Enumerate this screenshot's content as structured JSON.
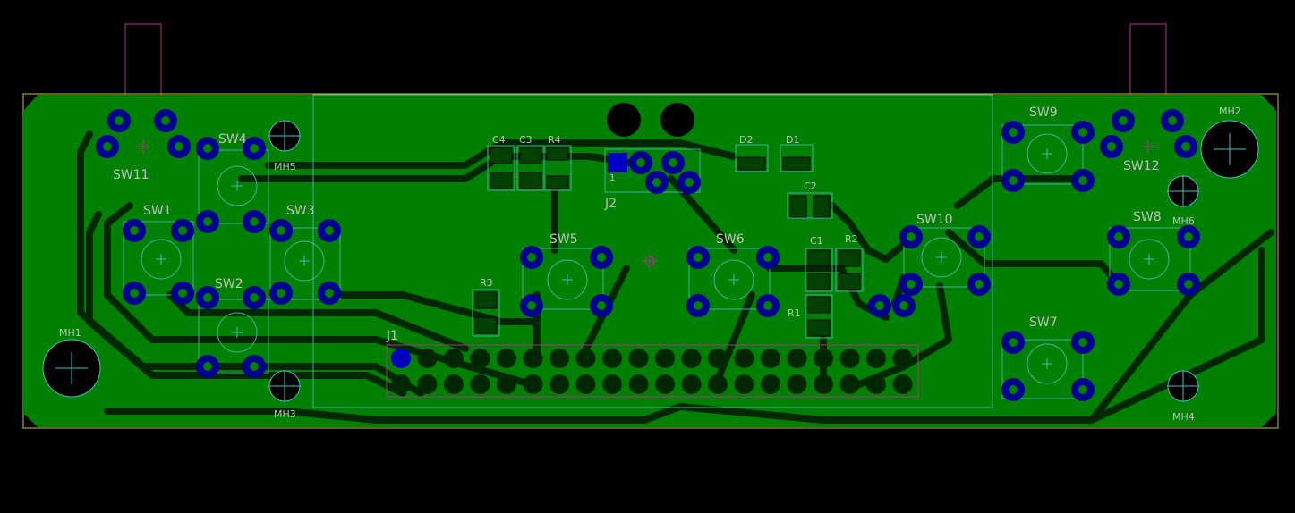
{
  "colors": {
    "background": "#000000",
    "copper": "#008000",
    "trace": "#002800",
    "pad": "#000090",
    "silk": "#40b0a0",
    "label": "#c0c0c0",
    "fab": "#b03090",
    "outline": "#c8c040"
  },
  "mounting_holes": [
    {
      "ref": "MH1"
    },
    {
      "ref": "MH2"
    },
    {
      "ref": "MH3"
    },
    {
      "ref": "MH4"
    },
    {
      "ref": "MH5"
    },
    {
      "ref": "MH6"
    }
  ],
  "switches": [
    {
      "ref": "SW1"
    },
    {
      "ref": "SW2"
    },
    {
      "ref": "SW3"
    },
    {
      "ref": "SW4"
    },
    {
      "ref": "SW5"
    },
    {
      "ref": "SW6"
    },
    {
      "ref": "SW7"
    },
    {
      "ref": "SW8"
    },
    {
      "ref": "SW9"
    },
    {
      "ref": "SW10"
    },
    {
      "ref": "SW11"
    },
    {
      "ref": "SW12"
    }
  ],
  "passives": [
    {
      "ref": "C1"
    },
    {
      "ref": "C2"
    },
    {
      "ref": "C3"
    },
    {
      "ref": "C4"
    },
    {
      "ref": "R1"
    },
    {
      "ref": "R2"
    },
    {
      "ref": "R3"
    },
    {
      "ref": "R4"
    },
    {
      "ref": "D1"
    },
    {
      "ref": "D2"
    }
  ],
  "connectors": [
    {
      "ref": "J1",
      "pin1_label": ""
    },
    {
      "ref": "J2",
      "pin1_label": "1"
    }
  ]
}
